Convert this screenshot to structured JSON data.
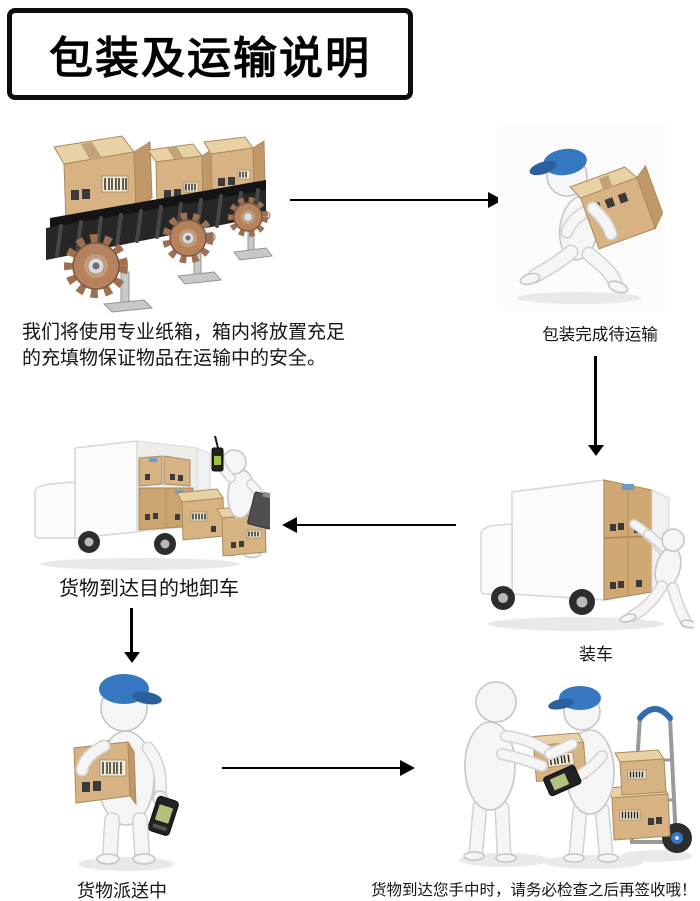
{
  "page": {
    "title": "包装及运输说明",
    "background": "#ffffff"
  },
  "colors": {
    "arrow": "#000000",
    "title_border": "#0d0d0d",
    "kraft_box": "#d7b384",
    "kraft_box_top": "#e9d1a6",
    "kraft_box_side": "#c19867",
    "cap_blue": "#3577c0",
    "figure_white": "#f5f5f5",
    "conveyor_black": "#262626",
    "gear_copper": "#b5825d",
    "scanner_black": "#222222",
    "scanner_screen": "#b3c07f"
  },
  "steps": [
    {
      "id": 1,
      "illustration": "boxes-on-conveyor-with-gears",
      "caption_line1": "我们将使用专业纸箱，箱内将放置充足",
      "caption_line2": "的充填物保证物品在运输中的安全。"
    },
    {
      "id": 2,
      "illustration": "courier-running-with-box",
      "caption": "包装完成待运输"
    },
    {
      "id": 3,
      "illustration": "figure-loading-truck",
      "caption": "装车"
    },
    {
      "id": 4,
      "illustration": "truck-unloading-at-destination",
      "caption": "货物到达目的地卸车"
    },
    {
      "id": 5,
      "illustration": "courier-delivering-with-scanner",
      "caption": "货物派送中"
    },
    {
      "id": 6,
      "illustration": "handoff-to-customer-with-dolly",
      "caption": "货物到达您手中时，请务必检查之后再签收哦！"
    }
  ],
  "flow_arrows": [
    {
      "from_step": 1,
      "to_step": 2,
      "direction": "right"
    },
    {
      "from_step": 2,
      "to_step": 3,
      "direction": "down"
    },
    {
      "from_step": 3,
      "to_step": 4,
      "direction": "left"
    },
    {
      "from_step": 4,
      "to_step": 5,
      "direction": "down"
    },
    {
      "from_step": 5,
      "to_step": 6,
      "direction": "right"
    }
  ]
}
